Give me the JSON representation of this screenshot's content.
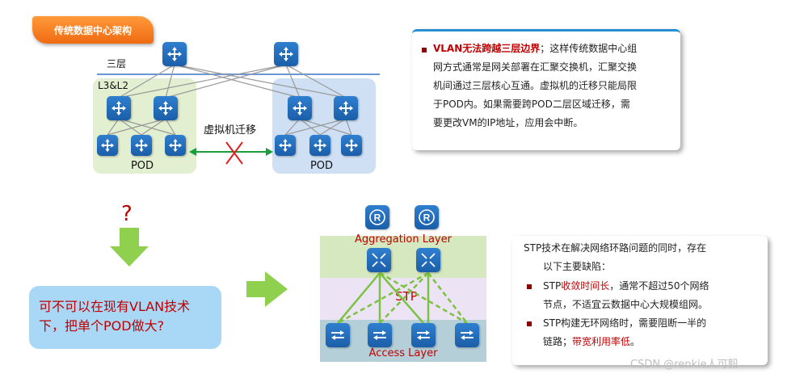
{
  "banner": {
    "title": "传统数据中心架构"
  },
  "topology": {
    "layer3_label": "三层",
    "l3l2_label": "L3&L2",
    "migrate_label": "虚拟机迁移",
    "pod_left_label": "POD",
    "pod_right_label": "POD"
  },
  "info_top": {
    "line1_red": "VLAN无法跨越三层边界",
    "line1_rest": "；这样传统数据中心组",
    "line2": "网方式通常是网关部署在汇聚交换机，汇聚交换",
    "line3": "机间通过三层核心互通。虚拟机的迁移只能局限",
    "line4": "于POD内。如果需要跨POD二层区域迁移，需",
    "line5": "要更改VM的IP地址，应用会中断。"
  },
  "question": {
    "mark": "?",
    "text_line1": "可不可以在现有VLAN技术",
    "text_line2": "下，把单个POD做大?"
  },
  "stp": {
    "aggregation_label": "Aggregation Layer",
    "stp_label": "STP",
    "access_label": "Access Layer",
    "router_letter": "R"
  },
  "info_bottom": {
    "intro_line1": "STP技术在解决网络环路问题的同时，存在",
    "intro_line2": "以下主要缺陷：",
    "b1_prefix": "STP",
    "b1_red": "收敛时间长",
    "b1_rest": "，通常不超过50个网络",
    "b1_line2": "节点，不适宜云数据中心大规模组网。",
    "b2_line1": "STP构建无环网络时，需要阻断一半的",
    "b2_prefix": "链路；",
    "b2_red": "带宽利用率低",
    "b2_suffix": "。"
  },
  "watermark": "CSDN @renkie人可毅",
  "colors": {
    "banner": "#f37a1f",
    "pod_left": "#e2efd0",
    "pod_right": "#cfe0f5",
    "switch_blue": "#1f66b5",
    "link_gray": "#9a9a9a",
    "link_green": "#7cc242",
    "arrow_green": "#1a9e3a",
    "cross_red": "#e02020",
    "accent_red": "#c00000"
  }
}
